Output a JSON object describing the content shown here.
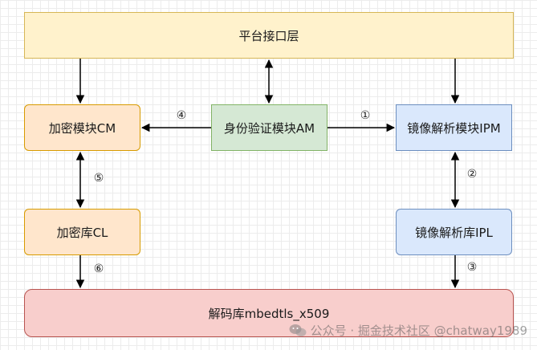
{
  "nodes": {
    "platform": "平台接口层",
    "cm": "加密模块CM",
    "am": "身份验证模块AM",
    "ipm": "镜像解析模块IPM",
    "cl": "加密库CL",
    "ipl": "镜像解析库IPL",
    "lib": "解码库mbedtls_x509"
  },
  "edge_labels": {
    "am_to_ipm": "①",
    "ipm_ipl": "②",
    "ipl_to_lib": "③",
    "am_to_cm": "④",
    "cm_cl": "⑤",
    "cl_to_lib": "⑥"
  },
  "edges": [
    {
      "from": "platform",
      "to": "cm",
      "direction": "one-way"
    },
    {
      "from": "platform",
      "to": "am",
      "direction": "two-way"
    },
    {
      "from": "platform",
      "to": "ipm",
      "direction": "one-way"
    },
    {
      "from": "am",
      "to": "cm",
      "direction": "one-way",
      "label": "④"
    },
    {
      "from": "am",
      "to": "ipm",
      "direction": "one-way",
      "label": "①"
    },
    {
      "from": "cm",
      "to": "cl",
      "direction": "two-way",
      "label": "⑤"
    },
    {
      "from": "ipm",
      "to": "ipl",
      "direction": "two-way",
      "label": "②"
    },
    {
      "from": "cl",
      "to": "lib",
      "direction": "one-way",
      "label": "⑥"
    },
    {
      "from": "ipl",
      "to": "lib",
      "direction": "one-way",
      "label": "③"
    }
  ],
  "watermark": {
    "text": "公众号 · 掘金技术社区 @chatway1989",
    "icon": "wechat-icon"
  },
  "colors": {
    "yellow_fill": "#fff2cc",
    "orange_fill": "#ffe6cc",
    "green_fill": "#d5e8d4",
    "blue_fill": "#dae8fc",
    "red_fill": "#f8cecc"
  }
}
